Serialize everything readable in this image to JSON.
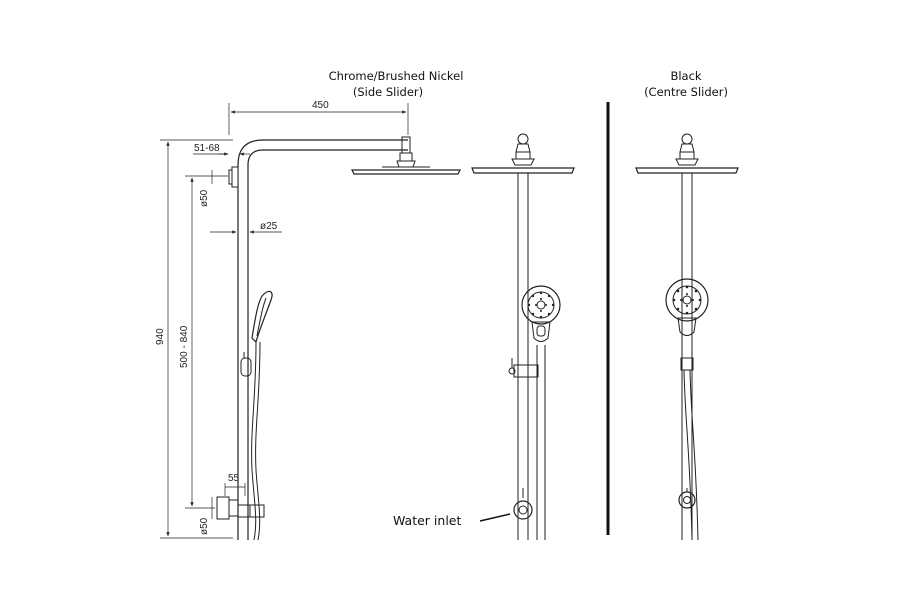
{
  "headers": {
    "left_title": "Chrome/Brushed Nickel",
    "left_subtitle": "(Side Slider)",
    "right_title": "Black",
    "right_subtitle": "(Centre Slider)"
  },
  "dimensions": {
    "arm_length": "450",
    "offset": "51-68",
    "top_bracket_dia": "ø50",
    "riser_dia": "ø25",
    "total_height": "940",
    "slider_range": "500 - 840",
    "inlet_offset": "55",
    "bottom_bracket_dia": "ø50"
  },
  "callouts": {
    "water_inlet": "Water inlet"
  }
}
